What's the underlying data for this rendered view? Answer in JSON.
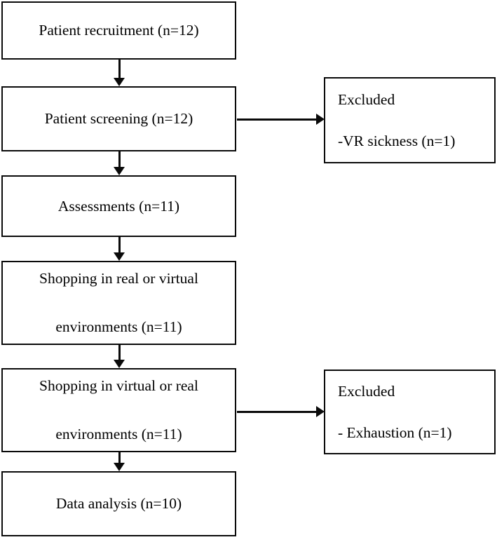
{
  "diagram": {
    "type": "participant-flow-diagram",
    "background_color": "#ffffff",
    "line_color": "#0a0a0a",
    "text_color": "#000000",
    "main_flow": [
      {
        "id": "recruitment",
        "lines": [
          "Patient recruitment (n=12)"
        ],
        "count": 12
      },
      {
        "id": "screening",
        "lines": [
          "Patient screening (n=12)"
        ],
        "count": 12
      },
      {
        "id": "assessments",
        "lines": [
          "Assessments (n=11)"
        ],
        "count": 11
      },
      {
        "id": "shopping-real-first",
        "lines": [
          "Shopping in real or virtual",
          "environments (n=11)"
        ],
        "count": 11
      },
      {
        "id": "shopping-virtual-first",
        "lines": [
          "Shopping in virtual or real",
          "environments (n=11)"
        ],
        "count": 11
      },
      {
        "id": "data-analysis",
        "lines": [
          "Data analysis (n=10)"
        ],
        "count": 10
      }
    ],
    "exclusions": [
      {
        "id": "excluded-vr-sickness",
        "heading": "Excluded",
        "reason": "-VR sickness (n=1)",
        "count": 1
      },
      {
        "id": "excluded-exhaustion",
        "heading": "Excluded",
        "reason": "- Exhaustion (n=1)",
        "count": 1
      }
    ]
  }
}
